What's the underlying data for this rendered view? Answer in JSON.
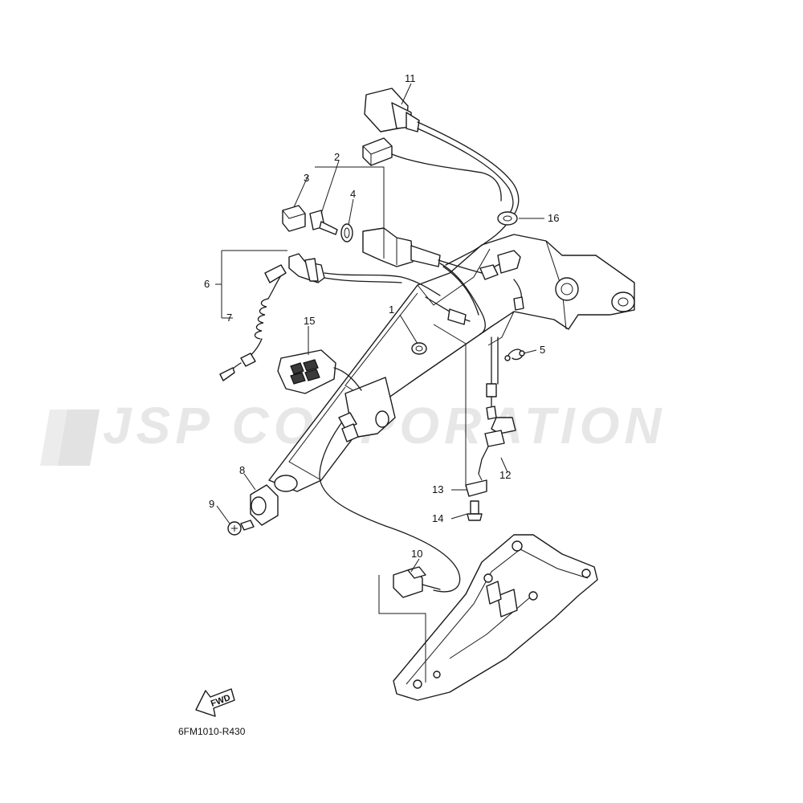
{
  "watermark": "JSP CORPORATION",
  "fwd_label": "FWD",
  "drawing_code": "6FM1010-R430",
  "callouts": {
    "c1": "1",
    "c2": "2",
    "c3": "3",
    "c4": "4",
    "c5": "5",
    "c6": "6",
    "c7": "7",
    "c8": "8",
    "c9": "9",
    "c10": "10",
    "c11": "11",
    "c12": "12",
    "c13": "13",
    "c14": "14",
    "c15": "15",
    "c16": "16"
  }
}
